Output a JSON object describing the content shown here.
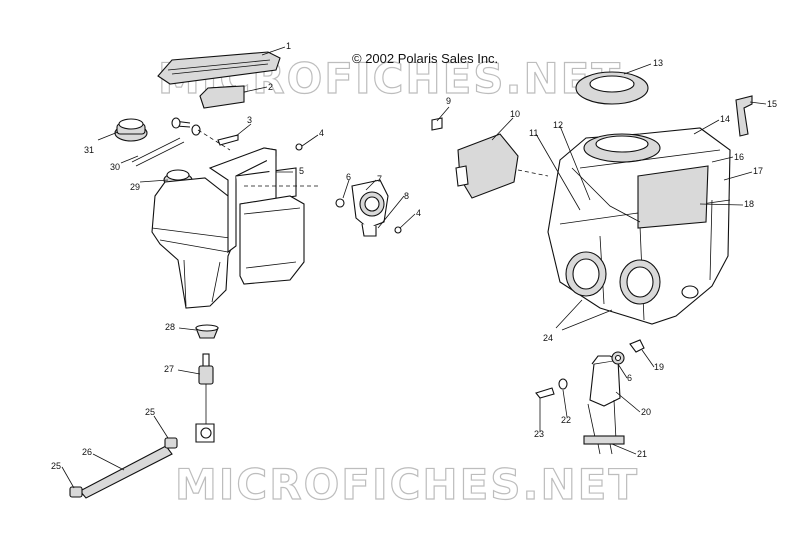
{
  "copyright": "© 2002 Polaris Sales Inc.",
  "watermark": "MICROFICHES.NET",
  "callouts": [
    "1",
    "2",
    "3",
    "4",
    "4",
    "5",
    "6",
    "6",
    "7",
    "8",
    "9",
    "10",
    "11",
    "12",
    "13",
    "14",
    "15",
    "16",
    "17",
    "18",
    "19",
    "20",
    "21",
    "22",
    "23",
    "24",
    "25",
    "25",
    "26",
    "27",
    "28",
    "29",
    "30",
    "31"
  ]
}
